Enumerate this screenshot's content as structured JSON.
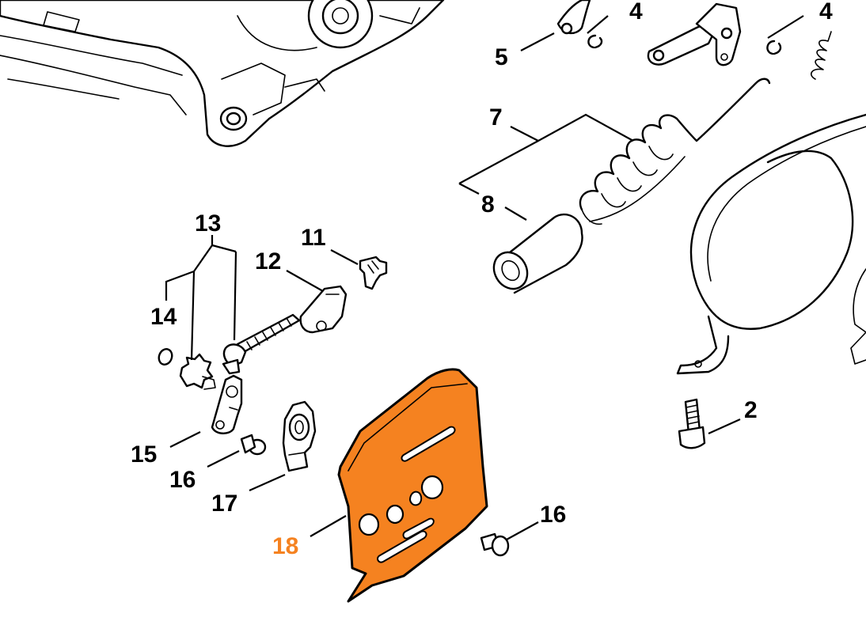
{
  "diagram": {
    "labels": [
      {
        "id": "p4a",
        "text": "4"
      },
      {
        "id": "p4b",
        "text": "4"
      },
      {
        "id": "p5",
        "text": "5"
      },
      {
        "id": "p7",
        "text": "7"
      },
      {
        "id": "p8",
        "text": "8"
      },
      {
        "id": "p13",
        "text": "13"
      },
      {
        "id": "p11",
        "text": "11"
      },
      {
        "id": "p12",
        "text": "12"
      },
      {
        "id": "p14",
        "text": "14"
      },
      {
        "id": "p2",
        "text": "2"
      },
      {
        "id": "p15",
        "text": "15"
      },
      {
        "id": "p16a",
        "text": "16"
      },
      {
        "id": "p17",
        "text": "17"
      },
      {
        "id": "p16b",
        "text": "16"
      },
      {
        "id": "p18",
        "text": "18"
      }
    ],
    "colors": {
      "highlight": "#f58220",
      "line": "#000000",
      "background": "#ffffff"
    }
  }
}
